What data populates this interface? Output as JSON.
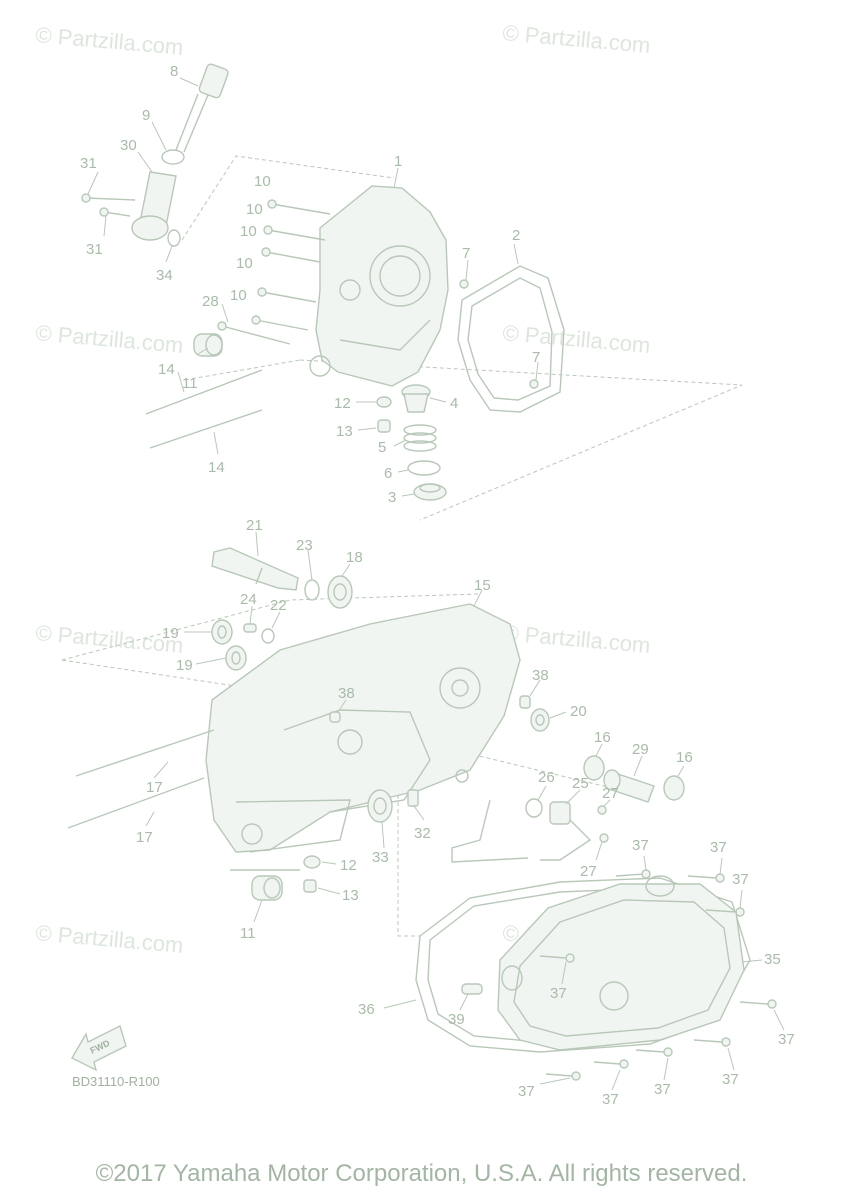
{
  "watermark": "© Partzilla.com",
  "diagram_code": "BD31110-R100",
  "fwd_label": "FWD",
  "copyright": "©2017 Yamaha Motor Corporation, U.S.A. All rights reserved.",
  "callouts": {
    "c1": "1",
    "c2": "2",
    "c3": "3",
    "c4": "4",
    "c5": "5",
    "c6": "6",
    "c7a": "7",
    "c7b": "7",
    "c8": "8",
    "c9": "9",
    "c10a": "10",
    "c10b": "10",
    "c10c": "10",
    "c10d": "10",
    "c10e": "10",
    "c11a": "11",
    "c11b": "11",
    "c12a": "12",
    "c12b": "12",
    "c13a": "13",
    "c13b": "13",
    "c14a": "14",
    "c14b": "14",
    "c15": "15",
    "c16a": "16",
    "c16b": "16",
    "c17a": "17",
    "c17b": "17",
    "c18": "18",
    "c19a": "19",
    "c19b": "19",
    "c20": "20",
    "c21": "21",
    "c22": "22",
    "c23": "23",
    "c24": "24",
    "c25": "25",
    "c26": "26",
    "c27a": "27",
    "c27b": "27",
    "c28": "28",
    "c29": "29",
    "c30": "30",
    "c31a": "31",
    "c31b": "31",
    "c32": "32",
    "c33": "33",
    "c34": "34",
    "c35": "35",
    "c36": "36",
    "c37a": "37",
    "c37b": "37",
    "c37c": "37",
    "c37d": "37",
    "c37e": "37",
    "c37f": "37",
    "c37g": "37",
    "c37h": "37",
    "c37i": "37",
    "c38a": "38",
    "c38b": "38",
    "c39": "39"
  }
}
